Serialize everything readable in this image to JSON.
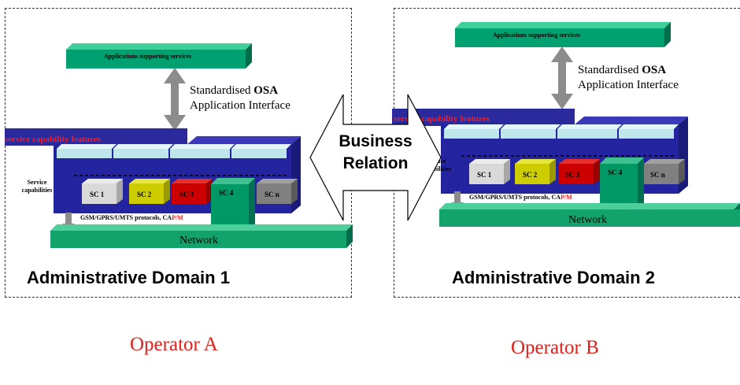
{
  "domains": [
    {
      "title": "Administrative Domain 1",
      "app_label": "Applications  supporting services",
      "osa_prefix": "Standardised ",
      "osa_bold": "OSA",
      "osa_line2": "Application Interface",
      "scf_label": "service capability features",
      "service_capabilities": "Service capabilities",
      "sc_boxes": [
        {
          "label": "SC 1",
          "color": "#d9d9d9"
        },
        {
          "label": "SC 2",
          "color": "#cccc00"
        },
        {
          "label": "SC 3",
          "color": "#cc0000"
        },
        {
          "label": "SC 4",
          "color": "#009966"
        },
        {
          "label": "SC  n",
          "color": "#808080"
        }
      ],
      "protocols_prefix": "GSM/GPRS/UMTS protocols, CA",
      "protocols_red": "P/M",
      "network_label": "Network"
    },
    {
      "title": "Administrative Domain 2",
      "app_label": "Applications  supporting services",
      "osa_prefix": "Standardised ",
      "osa_bold": "OSA",
      "osa_line2": "Application Interface",
      "scf_label": "service capability features",
      "service_capabilities": "Service capabilities",
      "sc_boxes": [
        {
          "label": "SC 1",
          "color": "#d9d9d9"
        },
        {
          "label": "SC 2",
          "color": "#cccc00"
        },
        {
          "label": "SC 3",
          "color": "#cc0000"
        },
        {
          "label": "SC 4",
          "color": "#009966"
        },
        {
          "label": "SC  n",
          "color": "#808080"
        }
      ],
      "protocols_prefix": "GSM/GPRS/UMTS protocols, CA",
      "protocols_red": "P/M",
      "network_label": "Network"
    }
  ],
  "business_relation": {
    "line1": "Business",
    "line2": "Relation"
  },
  "operators": [
    "Operator A",
    "Operator B"
  ],
  "colors": {
    "app_bar": "#00a070",
    "network_bar": "#11a36b",
    "platform": "#2424a0",
    "scf_bar": "#bfe6ea",
    "arrow_grey": "#8c8c8c",
    "operator_text": "#e0201a",
    "scf_text": "#ff1a1a"
  }
}
